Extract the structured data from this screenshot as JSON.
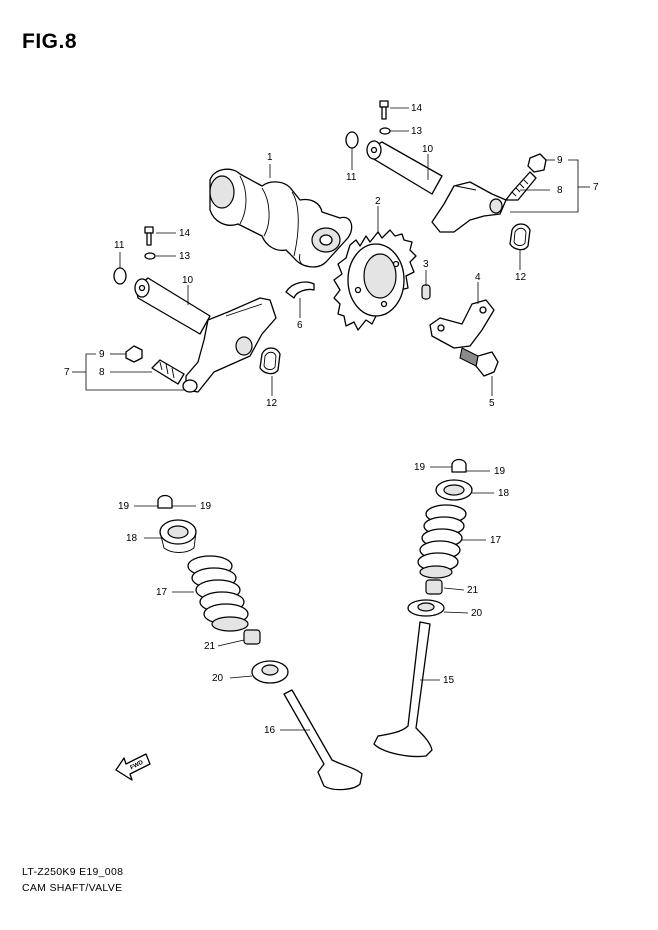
{
  "figure": {
    "title": "FIG.8"
  },
  "footer": {
    "model_code": "LT-Z250K9 E19_008",
    "caption": "CAM SHAFT/VALVE"
  },
  "fwd_label": "FWD",
  "callouts": {
    "c1": "1",
    "c2": "2",
    "c3": "3",
    "c4": "4",
    "c5": "5",
    "c6": "6",
    "c7a": "7",
    "c7b": "7",
    "c8a": "8",
    "c8b": "8",
    "c9a": "9",
    "c9b": "9",
    "c10a": "10",
    "c10b": "10",
    "c11a": "11",
    "c11b": "11",
    "c12a": "12",
    "c12b": "12",
    "c13a": "13",
    "c13b": "13",
    "c14a": "14",
    "c14b": "14",
    "c15": "15",
    "c16": "16",
    "c17a": "17",
    "c17b": "17",
    "c18a": "18",
    "c18b": "18",
    "c19a": "19",
    "c19b": "19",
    "c19c": "19",
    "c19d": "19",
    "c20a": "20",
    "c20b": "20",
    "c21a": "21",
    "c21b": "21"
  }
}
